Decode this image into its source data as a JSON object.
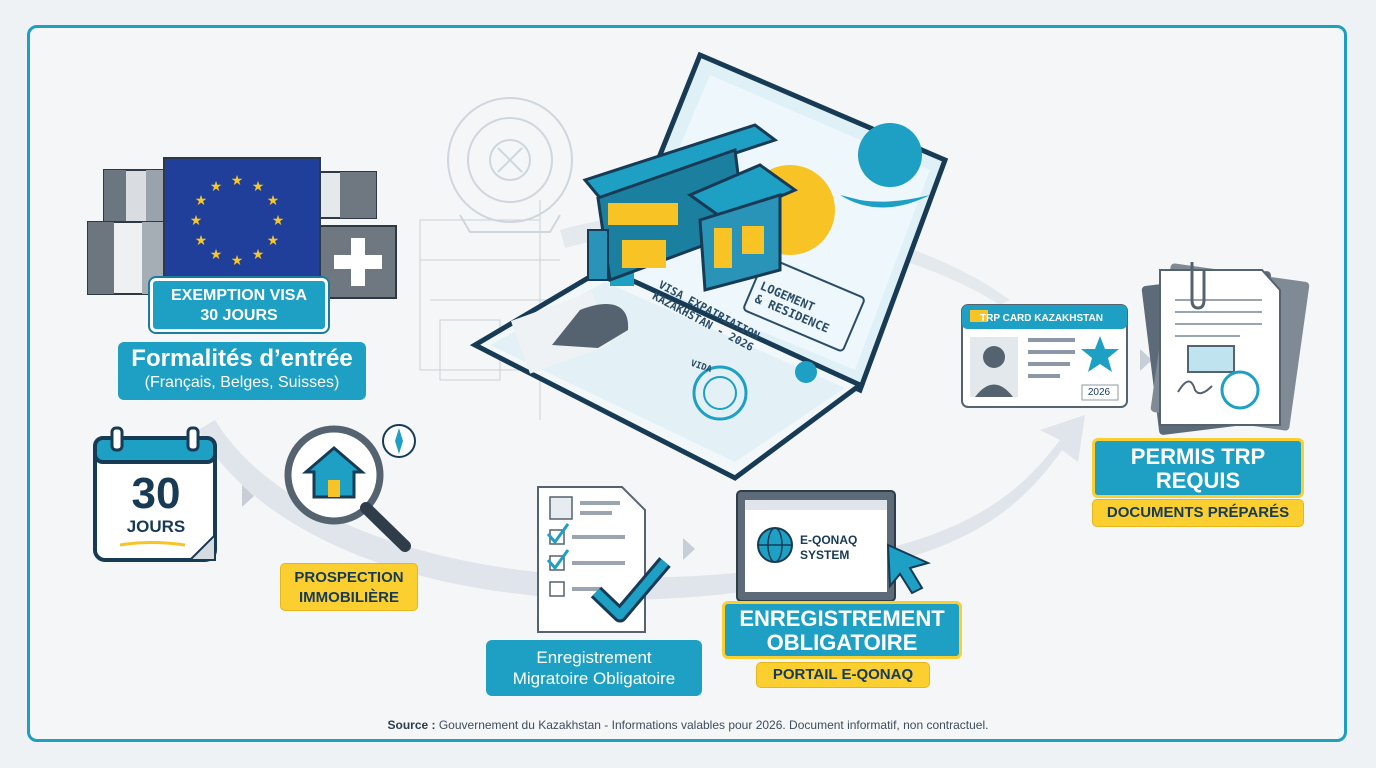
{
  "exemption_badge": {
    "line1": "EXEMPTION VISA",
    "line2": "30 JOURS"
  },
  "formalites": {
    "title": "Formalités d’entrée",
    "subtitle": "(Français, Belges, Suisses)"
  },
  "calendar": {
    "number": "30",
    "word": "JOURS"
  },
  "prospection": {
    "line1": "PROSPECTION",
    "line2": "IMMOBILIÈRE"
  },
  "enregistrement_migratoire": {
    "line1": "Enregistrement",
    "line2": "Migratoire Obligatoire"
  },
  "eqonaq_screen": {
    "line1": "E-QONAQ",
    "line2": "SYSTEM"
  },
  "enregistrement_obligatoire": {
    "line1": "ENREGISTREMENT",
    "line2": "OBLIGATOIRE"
  },
  "portail": {
    "label": "PORTAIL E-QONAQ"
  },
  "trp_card": {
    "title": "TRP CARD KAZAKHSTAN",
    "year": "2026"
  },
  "permis": {
    "line1": "PERMIS TRP",
    "line2": "REQUIS"
  },
  "documents": {
    "label": "DOCUMENTS PRÉPARÉS"
  },
  "passport": {
    "stamp_logement_1": "LOGEMENT",
    "stamp_logement_2": "& RESIDENCE",
    "visa_line1": "VISA EXPATRIATION",
    "visa_line2": "KAZAKHSTAN - 2026",
    "vida_stamp": "VIDA"
  },
  "source": {
    "label": "Source :",
    "text": " Gouvernement du Kazakhstan - Informations valables pour 2026. Document informatif, non contractuel."
  },
  "colors": {
    "primary_blue": "#1e9fc4",
    "yellow": "#fbcf2f",
    "navy": "#173a55",
    "sun": "#f7c325"
  }
}
